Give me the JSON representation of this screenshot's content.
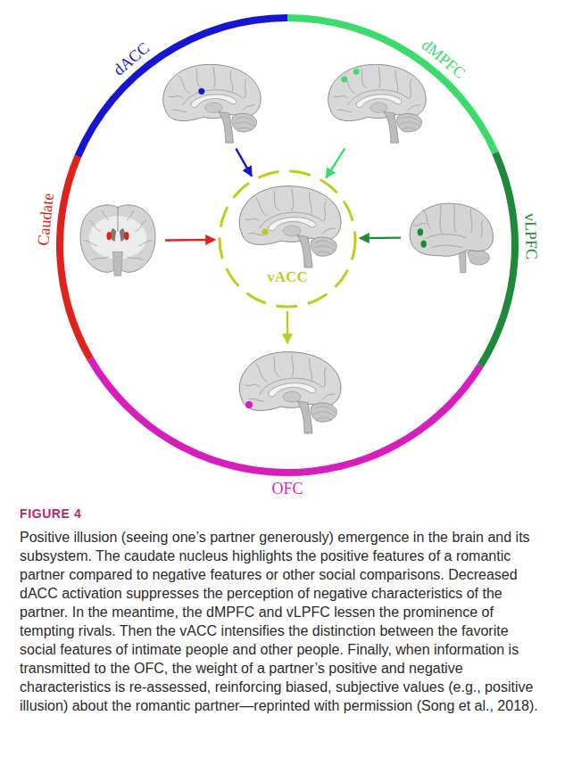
{
  "diagram": {
    "caption": "Positive illusion (seeing one’s partner generously) emergence in the brain and its subsystem. The caudate nucleus highlights the positive features of a romantic partner compared to negative features or other social comparisons. Decreased dACC activation suppresses the perception of negative characteristics of the partner. In the meantime, the dMPFC and vLPFC lessen the prominence of tempting rivals. Then the vACC intensifies the distinction between the favorite social features of intimate people and other people. Finally, when information is transmitted to the OFC, the weight of a partner’s positive and negative characteristics is re-assessed, reinforcing biased, subjective values (e.g., positive illusion) about the romantic partner—reprinted with permission (Song et al., 2018).",
    "nodes": [
      {
        "text": [
          "dACC"
        ]
      },
      {
        "text": [
          "dMPFC"
        ]
      },
      {
        "text": [
          "Caudate"
        ]
      },
      {
        "text": [
          "vACC"
        ]
      },
      {
        "text": [
          "vLPFC"
        ]
      },
      {
        "text": [
          "OFC"
        ]
      }
    ],
    "edges": [
      {
        "from": 0,
        "to": 3,
        "arrow": "to"
      },
      {
        "from": 1,
        "to": 3,
        "arrow": "to"
      },
      {
        "from": 2,
        "to": 3,
        "arrow": "to"
      },
      {
        "from": 4,
        "to": 3,
        "arrow": "to"
      },
      {
        "from": 3,
        "to": 5,
        "arrow": "to"
      }
    ],
    "labels": [
      "FIGURE 4"
    ]
  }
}
